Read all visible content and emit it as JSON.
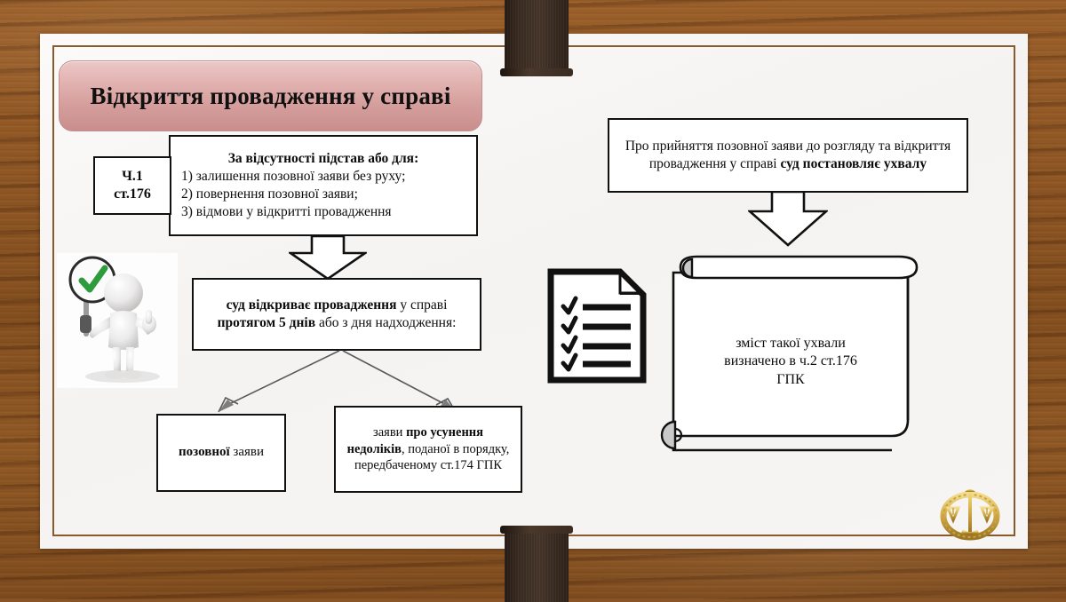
{
  "slide": {
    "title": "Відкриття провадження у справі",
    "background": {
      "wood_color": "#8a5423",
      "card_color": "#f7f5f3",
      "card_border_color": "#8a5a2d",
      "ribbon_color": "#3a2c21",
      "title_gradient_top": "#ebc8c6",
      "title_gradient_bottom": "#c98e8c"
    }
  },
  "boxes": {
    "article_ref": {
      "line1": "Ч.1",
      "line2": "ст.176"
    },
    "grounds": {
      "header_bold": "За відсутності підстав або",
      "header_rest": "для",
      "header_colon": ":",
      "items": [
        "1) залишення позовної заяви без руху;",
        "2) повернення позовної заяви;",
        "3) відмови у відкритті провадження"
      ]
    },
    "court_opens": {
      "seg1_bold": "суд відкриває провадження",
      "seg2": " у справі ",
      "seg3_bold": "протягом 5 днів",
      "seg4": " або з дня надходження:"
    },
    "claim": {
      "bold": "позовної",
      "rest": " заяви"
    },
    "defects": {
      "seg1": "заяви ",
      "seg2_bold": "про усунення недоліків",
      "seg3": ", поданої в порядку, передбаченому ст.174 ГПК"
    },
    "ruling": {
      "seg1": "Про прийняття позовної заяви до розгляду та відкриття провадження у справі ",
      "seg2_bold": "суд постановляє ухвалу"
    },
    "scroll": {
      "line1": "зміст такої ухвали",
      "line2": "визначено в ч.2 ст.176",
      "line3": "ГПК"
    }
  },
  "icons": {
    "checklist": "checklist-document-icon",
    "figure": "3d-person-checkmark-icon",
    "emblem": "justice-scales-emblem-icon",
    "arrow_down_block_left": "block-down-arrow-icon",
    "arrow_down_block_right": "block-down-arrow-icon",
    "arrow_thin_left": "thin-diagonal-arrow-icon",
    "arrow_thin_right": "thin-diagonal-arrow-icon"
  }
}
